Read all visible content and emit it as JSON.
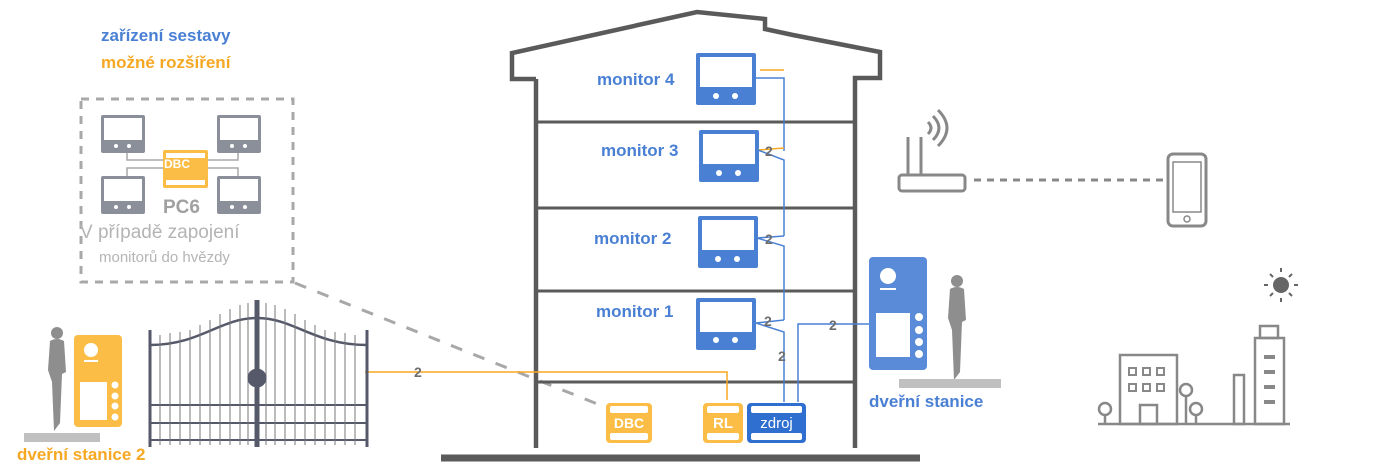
{
  "legend": {
    "system_devices": "zařízení sestavy",
    "possible_extension": "možné rozšíření"
  },
  "star_wiring_inset": {
    "hub_label": "DBC",
    "hub_model": "PC6",
    "note_line1": "V případě zapojení",
    "note_line2": "monitorů do hvězdy"
  },
  "monitors": [
    {
      "label": "monitor 4"
    },
    {
      "label": "monitor 3"
    },
    {
      "label": "monitor 2"
    },
    {
      "label": "monitor 1"
    }
  ],
  "wire_counts": {
    "monitor3": "2",
    "monitor2": "2",
    "monitor1": "2",
    "riser_to_power": "2",
    "door_station": "2",
    "gate_line": "2"
  },
  "basement_devices": {
    "dbc": "DBC",
    "relay": "RL",
    "power_supply": "zdroj"
  },
  "door_station_main": {
    "label": "dveřní stanice"
  },
  "door_station_2": {
    "label": "dveřní stanice 2"
  },
  "icons": [
    "router-icon",
    "smartphone-icon",
    "sun-icon",
    "city-buildings-icon",
    "gate-icon",
    "person-silhouette-icon"
  ],
  "colors": {
    "system_blue": "#4a80d4",
    "extension_orange": "#f7a823",
    "wall_grey": "#5a5a5a",
    "inactive_grey": "#a8a8a8",
    "power_blue": "#2f6fd0"
  }
}
